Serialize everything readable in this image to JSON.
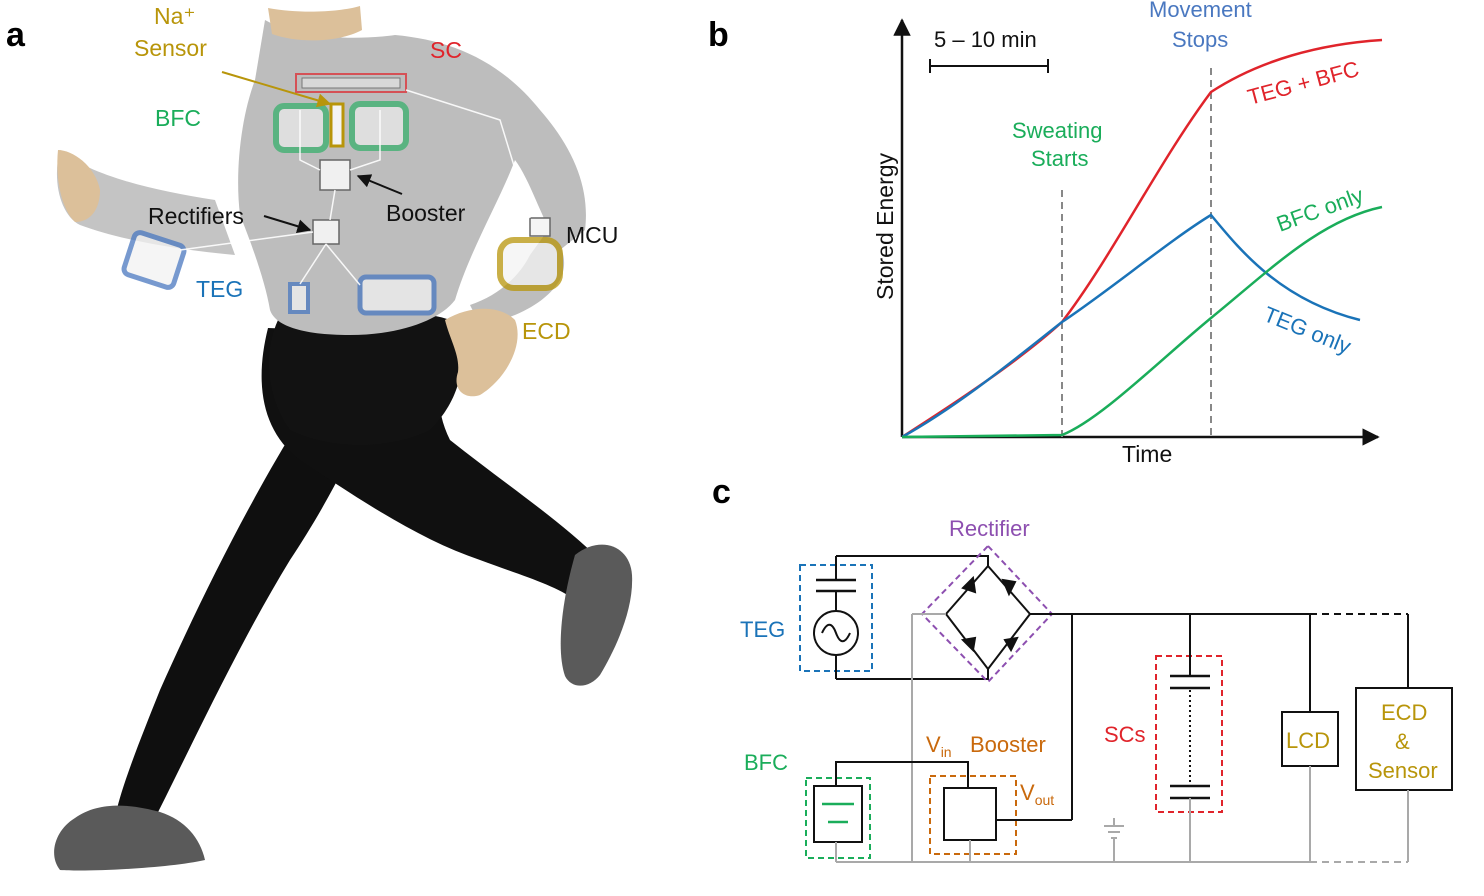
{
  "colors": {
    "red": "#e0242b",
    "green": "#1aad5a",
    "blue": "#1a73b8",
    "gold": "#b8950a",
    "purple": "#8d4fb0",
    "orange": "#c9690c",
    "steelblue": "#4a78c0"
  },
  "panel_a": {
    "label": "a",
    "na_sensor_line1": "Na⁺",
    "na_sensor_line2": "Sensor",
    "sc": "SC",
    "bfc": "BFC",
    "booster": "Booster",
    "rectifiers": "Rectifiers",
    "mcu": "MCU",
    "teg": "TEG",
    "ecd": "ECD"
  },
  "panel_b": {
    "label": "b",
    "scale_bar": "5 – 10 min",
    "movement_stops_line1": "Movement",
    "movement_stops_line2": "Stops",
    "sweating_starts_line1": "Sweating",
    "sweating_starts_line2": "Starts",
    "series_teg_bfc": "TEG + BFC",
    "series_bfc_only": "BFC only",
    "series_teg_only": "TEG only"
  },
  "chart_data": {
    "type": "line",
    "title": "",
    "xlabel": "Time",
    "ylabel": "Stored Energy",
    "annotations": [
      "5 – 10 min",
      "Sweating Starts",
      "Movement Stops"
    ],
    "series": [
      {
        "name": "TEG + BFC",
        "color": "#e0242b"
      },
      {
        "name": "BFC only",
        "color": "#1aad5a"
      },
      {
        "name": "TEG only",
        "color": "#1a73b8"
      }
    ]
  },
  "panel_c": {
    "label": "c",
    "rectifier": "Rectifier",
    "teg": "TEG",
    "bfc": "BFC",
    "vin_v": "V",
    "vin_sub": "in",
    "booster": "Booster",
    "vout_v": "V",
    "vout_sub": "out",
    "scs": "SCs",
    "lcd": "LCD",
    "ecd_line1": "ECD",
    "ecd_line2": "&",
    "ecd_line3": "Sensor"
  }
}
